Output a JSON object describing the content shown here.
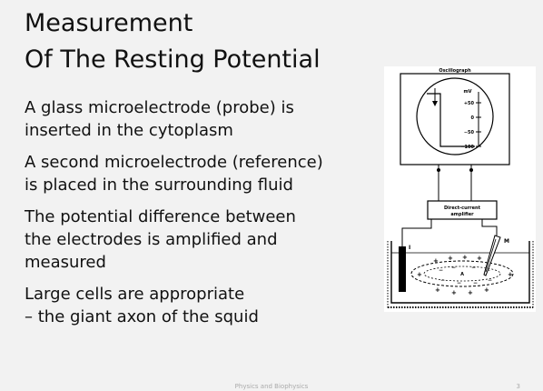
{
  "slide": {
    "title_line1": "Measurement",
    "title_line2": "Of The Resting Potential",
    "bullets": [
      {
        "line1": "A glass microelectrode (probe) is",
        "line2": "inserted in the cytoplasm"
      },
      {
        "line1": "A second microelectrode (reference)",
        "line2": "is placed in the surrounding fluid"
      },
      {
        "line1": "The potential difference between",
        "line2": "the electrodes is amplified and",
        "line3": "measured"
      },
      {
        "line1": "Large cells are appropriate",
        "line2": "– the giant axon of the squid"
      }
    ],
    "footer": "Physics and Biophysics",
    "page_number": "3"
  },
  "figure": {
    "oscillograph_label": "Oscillograph",
    "unit_label": "mV",
    "scale": [
      "+50",
      "0",
      "−50",
      "−100"
    ],
    "amplifier_line1": "Direct-current",
    "amplifier_line2": "amplifier",
    "reference_label": "I",
    "probe_label": "M",
    "cell_label": "A",
    "plus": "+",
    "minus": "−"
  }
}
